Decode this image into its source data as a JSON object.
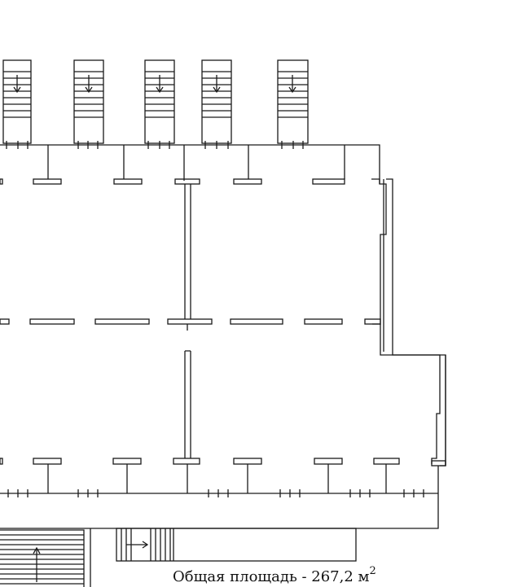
{
  "caption": {
    "label": "Общая площадь - 267,2 м",
    "unit_power": "2"
  },
  "colors": {
    "line": "#1a1a1a",
    "background": "#ffffff"
  },
  "stairs": {
    "top_count": 5,
    "bottom_count": 2,
    "direction_top": "down",
    "direction_bottom_left": "up",
    "direction_bottom_right": "right"
  }
}
